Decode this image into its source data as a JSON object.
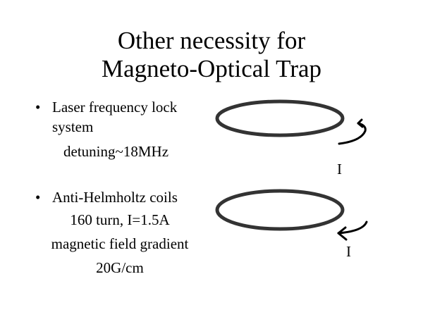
{
  "title": {
    "line1": "Other necessity for",
    "line2": "Magneto-Optical Trap"
  },
  "bullets": [
    {
      "bullet": "•",
      "line1": "Laser frequency lock",
      "line2": "system",
      "detail": "detuning~18MHz"
    },
    {
      "bullet": "•",
      "line1": "Anti-Helmholtz coils",
      "details": [
        "160 turn, I=1.5A",
        "magnetic field gradient",
        "20G/cm"
      ]
    }
  ],
  "diagram": {
    "current_label_top": "I",
    "current_label_bottom": "I",
    "coil_color": "#333333"
  }
}
